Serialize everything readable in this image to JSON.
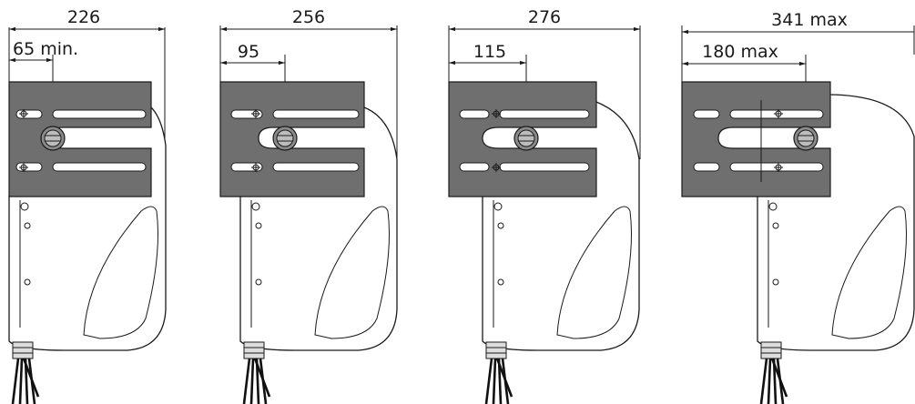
{
  "diagram": {
    "units": [
      {
        "id": "u1",
        "total_label": "226",
        "offset_label": "65 min."
      },
      {
        "id": "u2",
        "total_label": "256",
        "offset_label": "95"
      },
      {
        "id": "u3",
        "total_label": "276",
        "offset_label": "115"
      },
      {
        "id": "u4",
        "total_label": "341 max",
        "offset_label": "180 max"
      }
    ]
  }
}
